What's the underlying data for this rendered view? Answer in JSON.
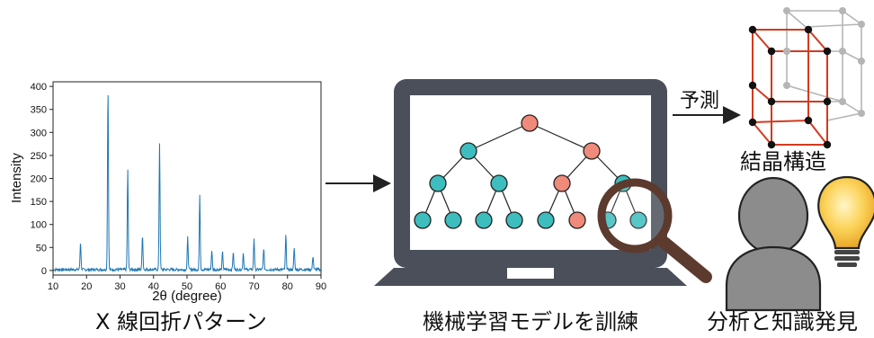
{
  "labels": {
    "xrd_caption": "X 線回折パターン",
    "ml_caption": "機械学習モデルを訓練",
    "predict": "予測",
    "crystal_caption": "結晶構造",
    "analysis_caption": "分析と知識発見"
  },
  "chart_data": {
    "type": "line",
    "xlabel": "2θ (degree)",
    "ylabel": "Intensity",
    "xlim": [
      10,
      90
    ],
    "ylim": [
      -10,
      410
    ],
    "xticks": [
      10,
      20,
      30,
      40,
      50,
      60,
      70,
      80,
      90
    ],
    "yticks": [
      0,
      50,
      100,
      150,
      200,
      250,
      300,
      350,
      400
    ],
    "peaks": [
      {
        "x": 18.2,
        "y": 60
      },
      {
        "x": 26.4,
        "y": 395
      },
      {
        "x": 32.3,
        "y": 218
      },
      {
        "x": 36.7,
        "y": 77
      },
      {
        "x": 41.8,
        "y": 275
      },
      {
        "x": 50.2,
        "y": 70
      },
      {
        "x": 53.8,
        "y": 160
      },
      {
        "x": 57.4,
        "y": 42
      },
      {
        "x": 60.6,
        "y": 38
      },
      {
        "x": 63.8,
        "y": 38
      },
      {
        "x": 66.8,
        "y": 37
      },
      {
        "x": 70.0,
        "y": 68
      },
      {
        "x": 72.9,
        "y": 47
      },
      {
        "x": 79.5,
        "y": 75
      },
      {
        "x": 82.0,
        "y": 47
      },
      {
        "x": 87.6,
        "y": 30
      }
    ]
  },
  "tree": {
    "levels": [
      [
        "salmon"
      ],
      [
        "teal",
        "salmon"
      ],
      [
        "teal",
        "teal",
        "salmon",
        "teal"
      ],
      [
        "teal",
        "teal",
        "teal",
        "teal",
        "teal",
        "salmon",
        "teal",
        "teal"
      ]
    ],
    "colors": {
      "teal": "#3dbdbe",
      "salmon": "#f08a7a",
      "laptop": "#4a4f5a",
      "magnifier": "#5c3a2e",
      "crystal_edge": "#d33a1f",
      "person": "#8c8c8c",
      "bulb": "#f5c242"
    }
  }
}
